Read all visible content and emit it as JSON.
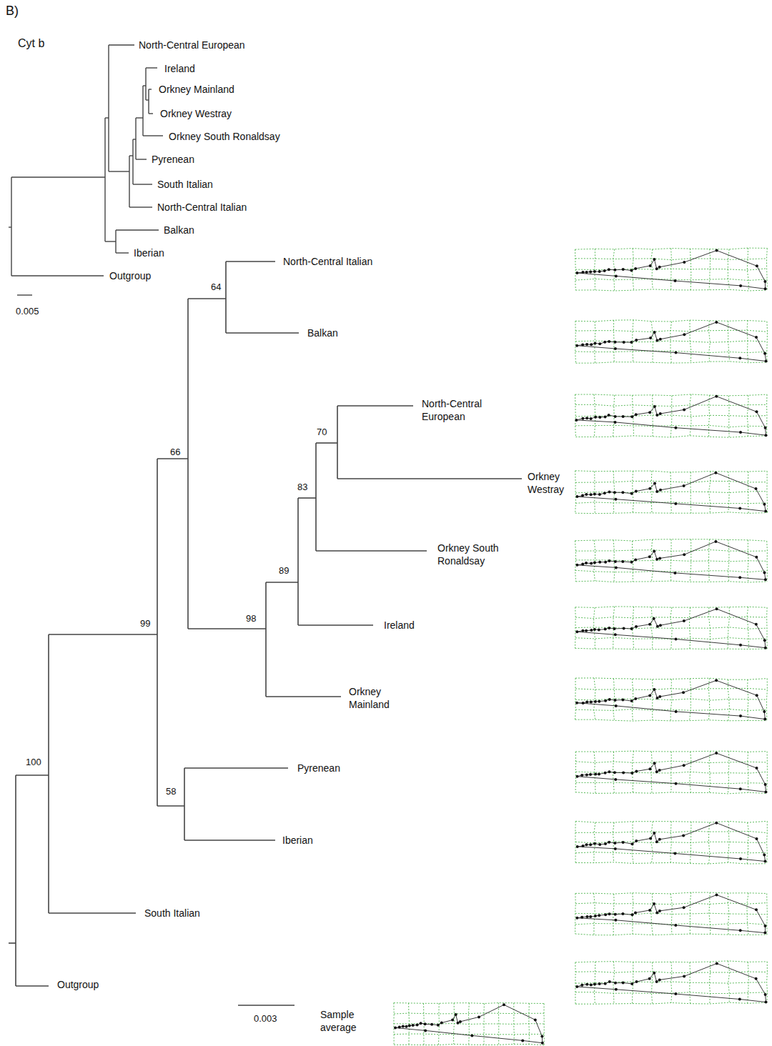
{
  "diagram": {
    "labels": [
      "B)",
      "Cyt b",
      "North-Central European",
      "Ireland",
      "Orkney Mainland",
      "Orkney Westray",
      "Orkney South Ronaldsay",
      "Pyrenean",
      "South Italian",
      "North-Central Italian",
      "Balkan",
      "Iberian",
      "Outgroup",
      "0.005",
      "North-Central Italian",
      "64",
      "Balkan",
      "66",
      "North-Central European",
      "70",
      "Orkney Westray",
      "83",
      "Orkney South Ronaldsay",
      "89",
      "Ireland",
      "98",
      "Orkney Mainland",
      "99",
      "Pyrenean",
      "58",
      "Iberian",
      "100",
      "South Italian",
      "Outgroup",
      "0.003",
      "Sample average"
    ]
  }
}
